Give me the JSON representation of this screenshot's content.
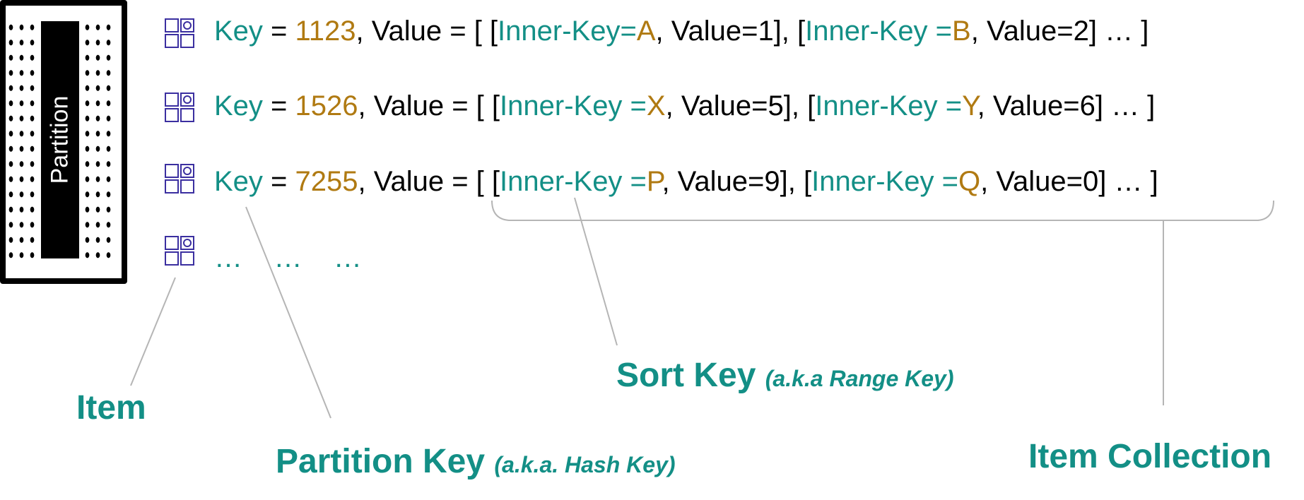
{
  "partition": {
    "label": "Partition"
  },
  "rows": [
    {
      "key_label": "Key",
      "eq": " = ",
      "key_value": "1123",
      "value_prefix": ", Value = [ [",
      "inner1_label": "Inner-Key",
      "inner1_eq": "=",
      "inner1_value": "A",
      "inner1_tail": ", Value=1], [",
      "inner2_label": "Inner-Key",
      "inner2_eq": " =",
      "inner2_value": "B",
      "inner2_tail": ", Value=2] … ]"
    },
    {
      "key_label": "Key",
      "eq": " = ",
      "key_value": "1526",
      "value_prefix": ", Value = [ [",
      "inner1_label": "Inner-Key",
      "inner1_eq": " =",
      "inner1_value": "X",
      "inner1_tail": ", Value=5], [",
      "inner2_label": "Inner-Key",
      "inner2_eq": " =",
      "inner2_value": "Y",
      "inner2_tail": ", Value=6] … ]"
    },
    {
      "key_label": "Key",
      "eq": " = ",
      "key_value": "7255",
      "value_prefix": ", Value = [ [",
      "inner1_label": "Inner-Key",
      "inner1_eq": " =",
      "inner1_value": "P",
      "inner1_tail": ", Value=9], [",
      "inner2_label": "Inner-Key",
      "inner2_eq": " =",
      "inner2_value": "Q",
      "inner2_tail": ", Value=0] … ]"
    }
  ],
  "ellipsis_row": "…    …    …",
  "labels": {
    "item": "Item",
    "partition_key": "Partition Key",
    "partition_key_aka": "(a.k.a. Hash Key)",
    "sort_key": "Sort Key",
    "sort_key_aka": "(a.k.a Range Key)",
    "item_collection": "Item Collection"
  },
  "colors": {
    "key": "#138f86",
    "value": "#b07a12",
    "icon": "#3b2fa0",
    "connector": "#b5b5b5"
  },
  "icons": [
    "item-icon",
    "item-icon",
    "item-icon",
    "item-icon"
  ]
}
